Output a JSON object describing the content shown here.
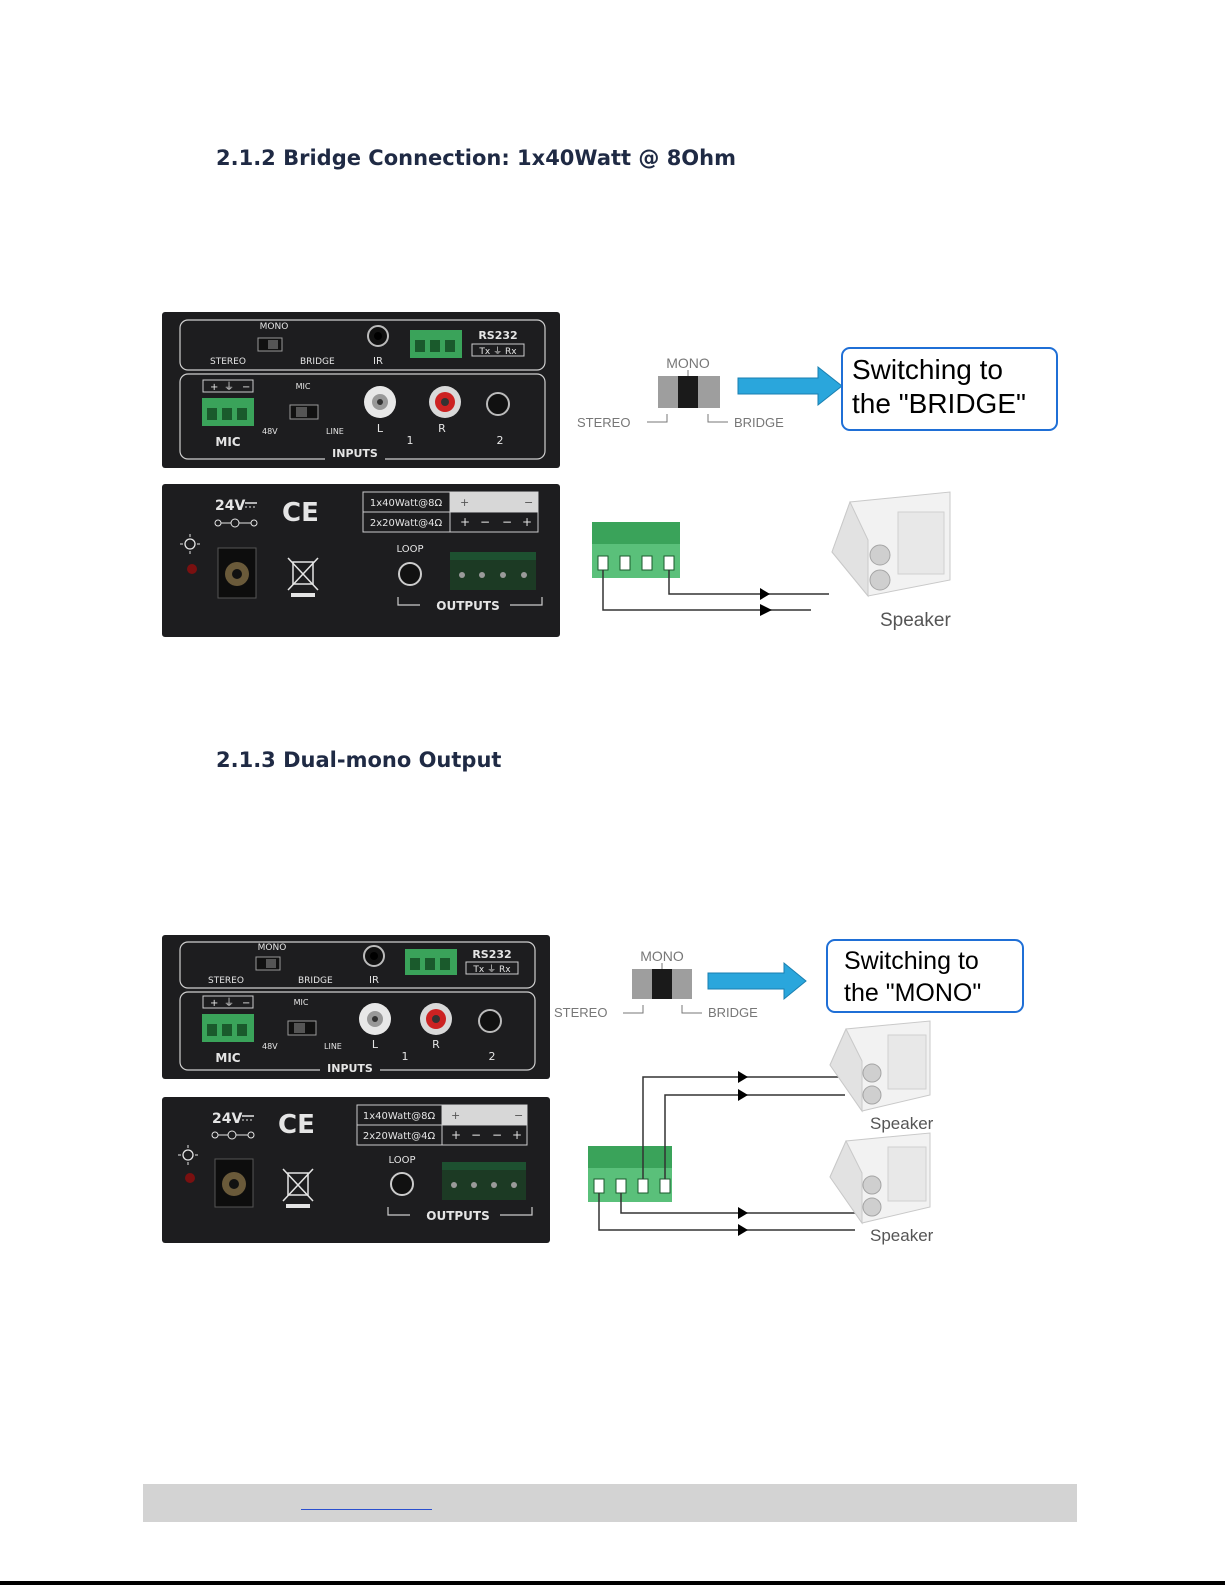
{
  "sections": [
    {
      "heading": "2.1.2 Bridge Connection: 1x40Watt @ 8Ohm",
      "switch_text": [
        "Switching to",
        "the \"BRIDGE\""
      ],
      "speakers": [
        "Speaker"
      ]
    },
    {
      "heading": "2.1.3 Dual-mono Output",
      "switch_text": [
        "Switching to",
        "the \"MONO\""
      ],
      "speakers": [
        "Speaker",
        "Speaker"
      ]
    }
  ],
  "panel_labels": {
    "mono": "MONO",
    "stereo": "STEREO",
    "bridge": "BRIDGE",
    "ir": "IR",
    "rs232": "RS232",
    "txrx": "Tx ⏚ Rx",
    "mic": "MIC",
    "mic_small": "MIC",
    "v48": "48V",
    "line": "LINE",
    "l": "L",
    "r": "R",
    "in1": "1",
    "in2": "2",
    "inputs": "INPUTS",
    "voltage": "24V",
    "ce": "CE",
    "bridge_rating": "1x40Watt@8Ω",
    "stereo_rating": "2x20Watt@4Ω",
    "loop": "LOOP",
    "outputs": "OUTPUTS",
    "plus": "+",
    "minus": "−",
    "gnd": "⏚"
  },
  "colors": {
    "heading": "#1f2a44",
    "panel": "#1d1d1f",
    "terminal_green": "#3aa35a",
    "arrow_blue": "#2aa6dc",
    "callout_border": "#1f6fd6",
    "footer": "#d3d3d3"
  }
}
